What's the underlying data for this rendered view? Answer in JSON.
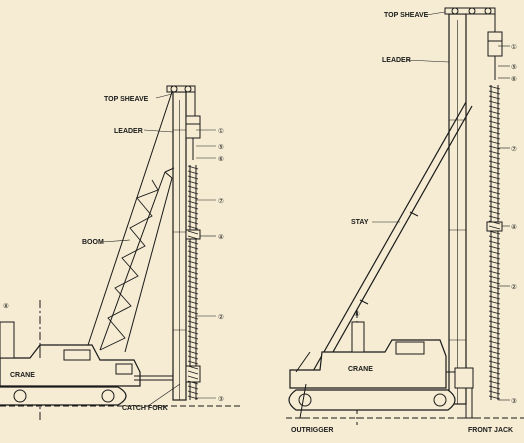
{
  "left_rig": {
    "labels": {
      "top_sheave": "TOP SHEAVE",
      "leader": "LEADER",
      "boom": "BOOM",
      "crane": "CRANE",
      "catch_fork": "CATCH FORK"
    },
    "callouts": {
      "c1": "①",
      "c5": "⑤",
      "c6": "⑥",
      "c7": "⑦",
      "c4": "④",
      "c2": "②",
      "c3": "③",
      "c8": "⑧"
    }
  },
  "right_rig": {
    "labels": {
      "top_sheave": "TOP SHEAVE",
      "leader": "LEADER",
      "stay": "STAY",
      "crane": "CRANE",
      "outrigger": "OUTRIGGER",
      "front_jack": "FRONT JACK"
    },
    "callouts": {
      "c1": "①",
      "c5": "⑤",
      "c6": "⑥",
      "c7": "⑦",
      "c4": "④",
      "c2": "②",
      "c3": "③",
      "c8": "⑧"
    }
  },
  "colors": {
    "paper": "#f5ecd3",
    "ink": "#1a1a1a"
  }
}
